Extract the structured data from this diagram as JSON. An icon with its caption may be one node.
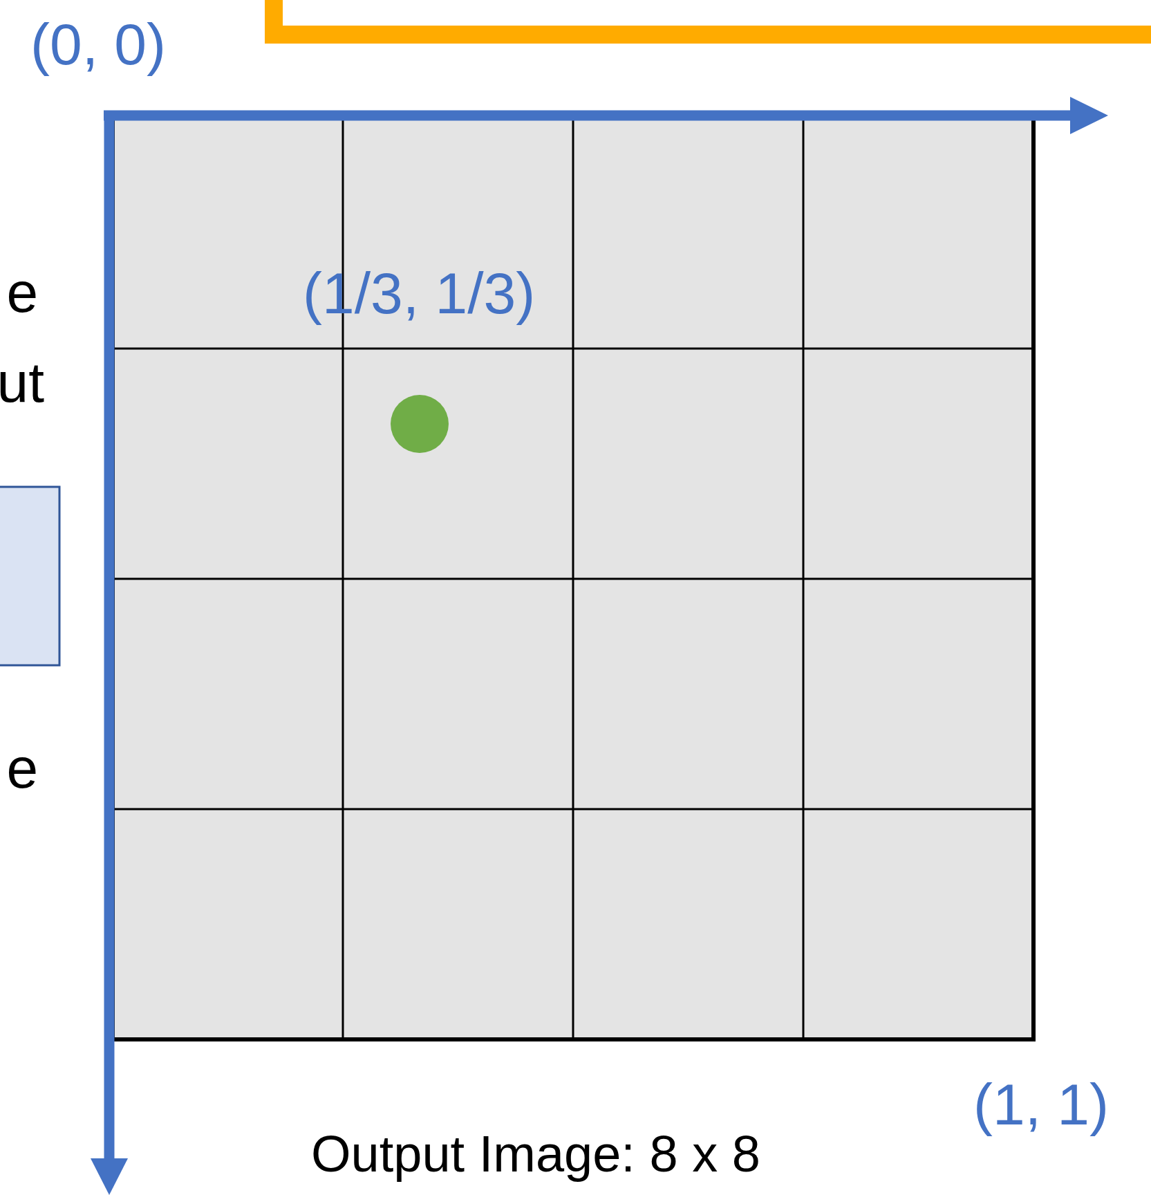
{
  "diagram": {
    "labels": [
      "(0, 0)",
      "e",
      "ut",
      "e",
      "(1/3, 1/3)",
      "(1, 1)",
      "Output Image: 8 x 8"
    ]
  }
}
